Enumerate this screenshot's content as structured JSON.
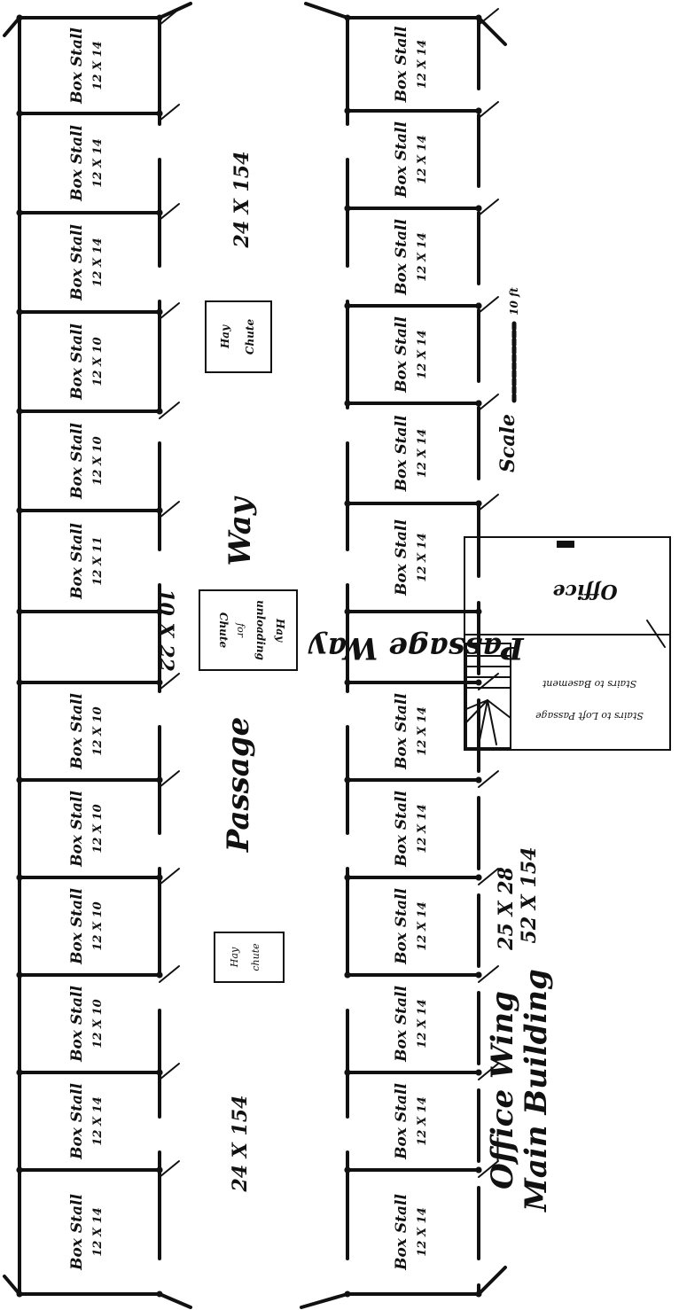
{
  "left_stalls": [
    {
      "title": "Box Stall",
      "size": "12 X 14"
    },
    {
      "title": "Box Stall",
      "size": "12 X 14"
    },
    {
      "title": "Box Stall",
      "size": "12 X 14"
    },
    {
      "title": "Box Stall",
      "size": "12 X 10"
    },
    {
      "title": "Box Stall",
      "size": "12 X 10"
    },
    {
      "title": "Box Stall",
      "size": "12 X 11"
    },
    {
      "title": "Box Stall",
      "size": "12 X 10"
    },
    {
      "title": "Box Stall",
      "size": "12 X 10"
    },
    {
      "title": "Box Stall",
      "size": "12 X 10"
    },
    {
      "title": "Box Stall",
      "size": "12 X 10"
    },
    {
      "title": "Box Stall",
      "size": "12 X 14"
    },
    {
      "title": "Box Stall",
      "size": "12 X 14"
    }
  ],
  "right_stalls": [
    {
      "title": "Box Stall",
      "size": "12 X 14"
    },
    {
      "title": "Box Stall",
      "size": "12 X 14"
    },
    {
      "title": "Box Stall",
      "size": "12 X 14"
    },
    {
      "title": "Box Stall",
      "size": "12 X 14"
    },
    {
      "title": "Box Stall",
      "size": "12 X 14"
    },
    {
      "title": "Box Stall",
      "size": "12 X 14"
    },
    {
      "title": "Box Stall",
      "size": "12 X 14"
    },
    {
      "title": "Box Stall",
      "size": "12 X 14"
    },
    {
      "title": "Box Stall",
      "size": "12 X 14"
    },
    {
      "title": "Box Stall",
      "size": "12 X 14"
    },
    {
      "title": "Box Stall",
      "size": "12 X 14"
    },
    {
      "title": "Box Stall",
      "size": "12 X 14"
    }
  ],
  "labels": {
    "top_dim": "24 X 154",
    "bottom_dim": "24 X 154",
    "hay_chute_top": [
      "Hay",
      "Chute"
    ],
    "hay_chute_bottom": [
      "Hay",
      "chute"
    ],
    "chute_center": [
      "Chute",
      "for",
      "unloading",
      "Hay"
    ],
    "center_dim": "10 X 22",
    "way": "Way",
    "passage": "Passage",
    "passage_way": "Passage Way",
    "office": "Office",
    "stair_note_1": "Stairs to Basement",
    "stair_note_2": "Stairs to Loft Passage",
    "scale_left": "Scale",
    "scale_right": "10 ft",
    "building_dims_1": "25 X 28",
    "building_dims_2": "52 X 154",
    "building_names_1": "Office Wing",
    "building_names_2": "Main Building"
  }
}
